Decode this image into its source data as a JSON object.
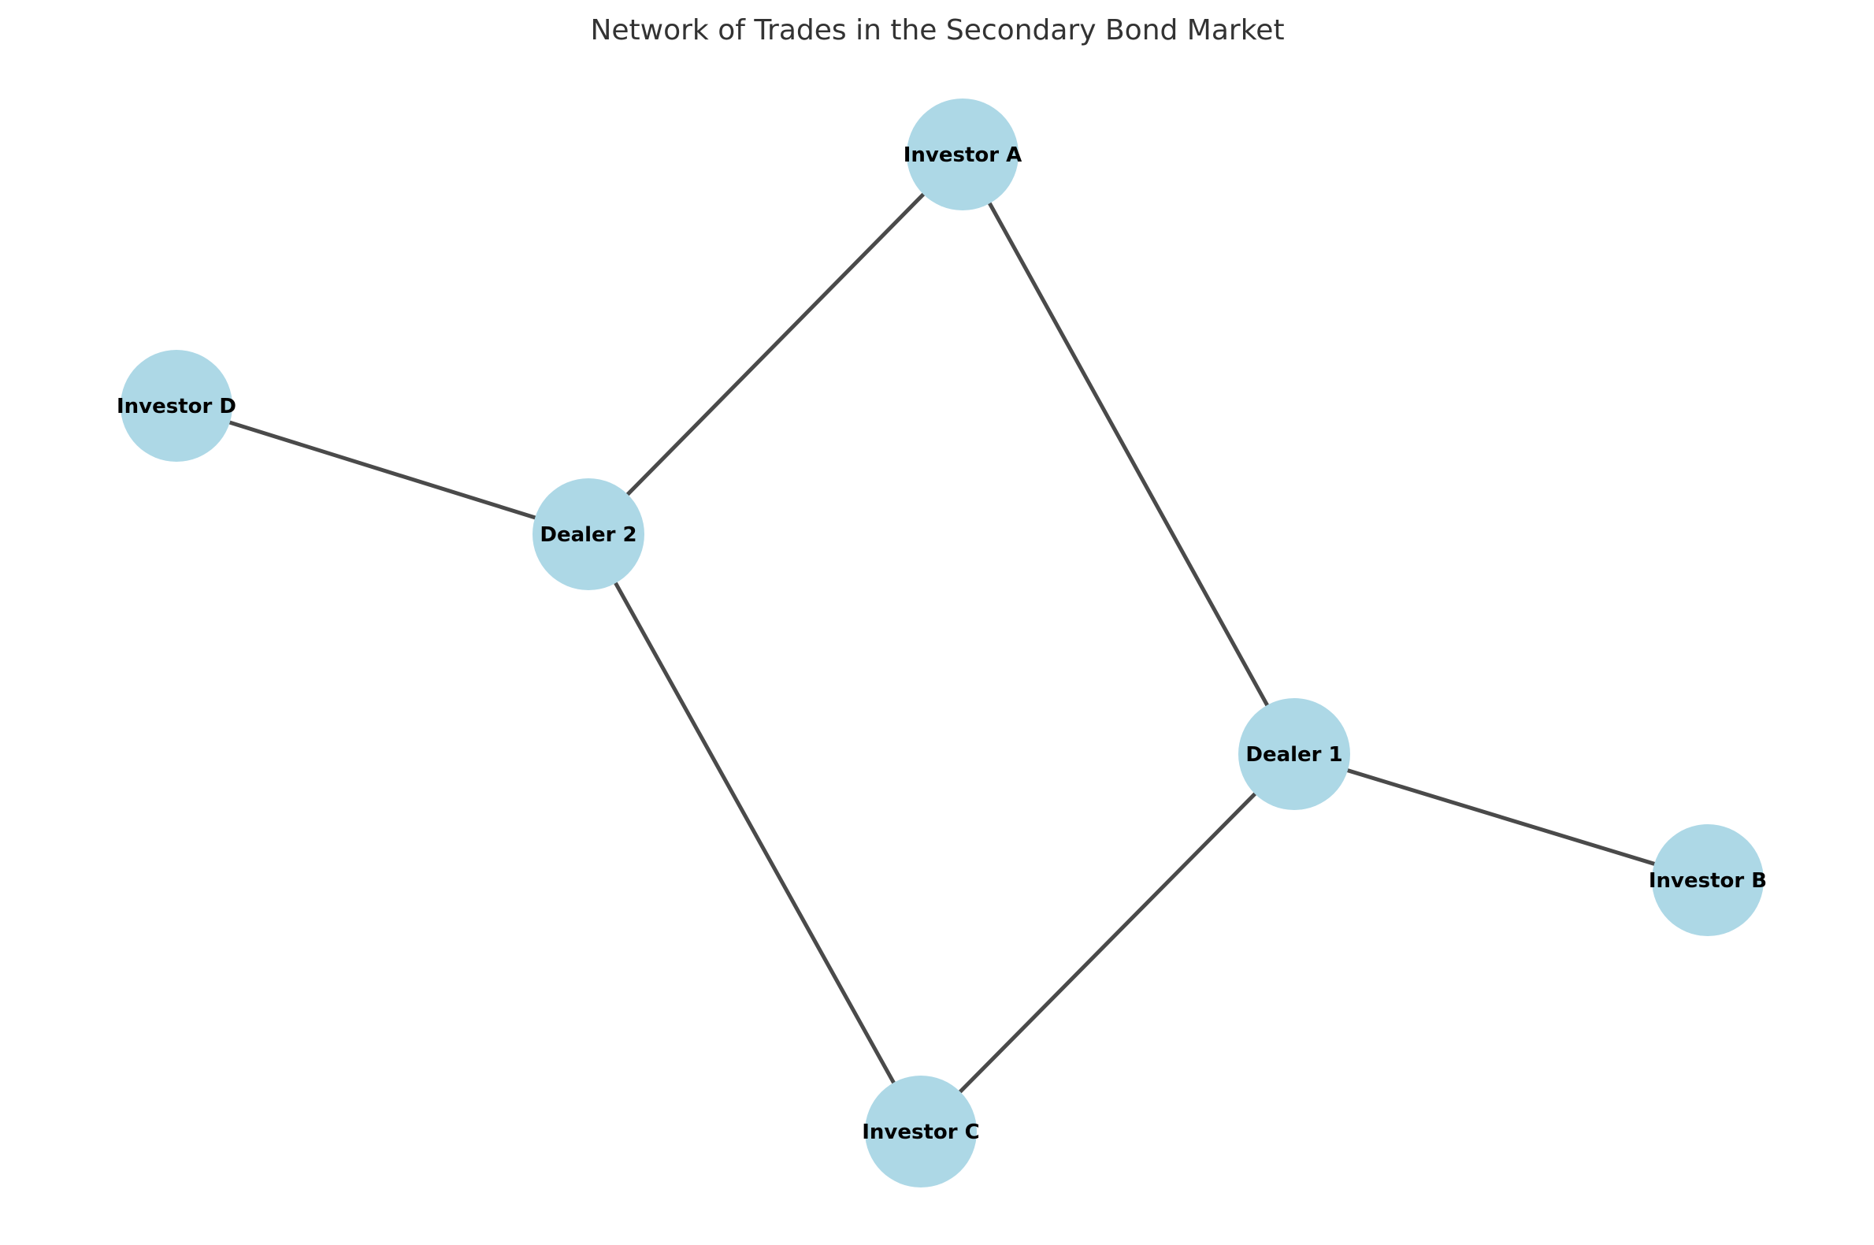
{
  "title": "Network of Trades in the Secondary Bond Market",
  "colors": {
    "node_fill": "#add8e6",
    "edge_stroke": "#4a4a4a",
    "label": "#000000",
    "title": "#333333"
  },
  "nodes": [
    {
      "id": "investor-a",
      "label": "Investor A"
    },
    {
      "id": "investor-b",
      "label": "Investor B"
    },
    {
      "id": "investor-c",
      "label": "Investor C"
    },
    {
      "id": "investor-d",
      "label": "Investor D"
    },
    {
      "id": "dealer-1",
      "label": "Dealer 1"
    },
    {
      "id": "dealer-2",
      "label": "Dealer 2"
    }
  ],
  "edges": [
    {
      "source": "investor-a",
      "target": "dealer-2"
    },
    {
      "source": "investor-a",
      "target": "dealer-1"
    },
    {
      "source": "investor-d",
      "target": "dealer-2"
    },
    {
      "source": "dealer-2",
      "target": "investor-c"
    },
    {
      "source": "dealer-1",
      "target": "investor-c"
    },
    {
      "source": "dealer-1",
      "target": "investor-b"
    }
  ]
}
